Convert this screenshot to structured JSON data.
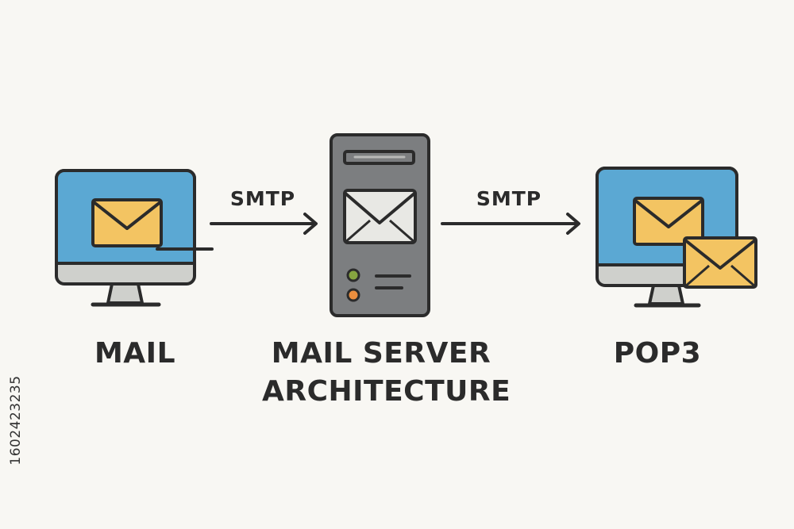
{
  "diagram": {
    "protocols": {
      "left_arrow": "SMTP",
      "right_arrow": "SMTP"
    },
    "nodes": {
      "sender": {
        "label": "MAIL",
        "icon": "desktop-monitor-mail-icon"
      },
      "server": {
        "label_line1": "MAIL SERVER",
        "label_line2": "ARCHITECTURE",
        "icon": "server-tower-mail-icon"
      },
      "receiver": {
        "label": "POP3",
        "icon": "desktop-monitor-double-mail-icon"
      }
    },
    "stock_id": "1602423235"
  },
  "colors": {
    "background": "#f8f7f3",
    "outline": "#2b2b2b",
    "screen_blue": "#5ba8d3",
    "monitor_stand": "#cfd0cc",
    "envelope_yellow": "#f3c462",
    "server_gray": "#7c7e80",
    "server_screen": "#e8e8e4",
    "led_green": "#86a440",
    "led_orange": "#eb8e3e"
  }
}
